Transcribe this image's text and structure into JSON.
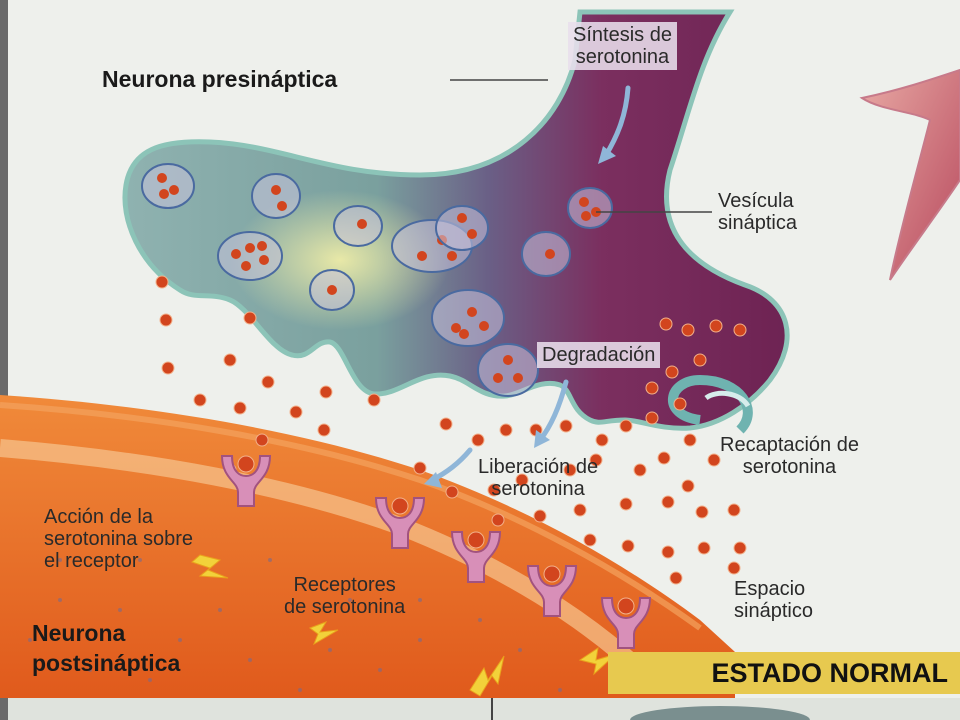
{
  "labels": {
    "presynaptic": "Neurona presináptica",
    "synthesis": [
      "Síntesis de",
      "serotonina"
    ],
    "vesicle": [
      "Vesícula",
      "sináptica"
    ],
    "degradation": "Degradación",
    "reuptake": [
      "Recaptación de",
      "serotonina"
    ],
    "release": [
      "Liberación de",
      "serotonina"
    ],
    "receptor_action": [
      "Acción de la",
      "serotonina sobre",
      "el receptor"
    ],
    "receptors": [
      "Receptores",
      "de serotonina"
    ],
    "synaptic_space": [
      "Espacio",
      "sináptico"
    ],
    "postsynaptic": [
      "Neurona",
      "postsináptica"
    ],
    "state": "ESTADO NORMAL"
  },
  "colors": {
    "background": "#eef0ec",
    "presynaptic_purple": "#7a2e5c",
    "presynaptic_teal": "#7fa7a4",
    "postsynaptic_orange": "#e56a24",
    "serotonin_dot": "#d2451e",
    "receptor_pink": "#d88fb8",
    "arrow_blue": "#8fb6d8",
    "state_banner": "#e7c94f"
  }
}
